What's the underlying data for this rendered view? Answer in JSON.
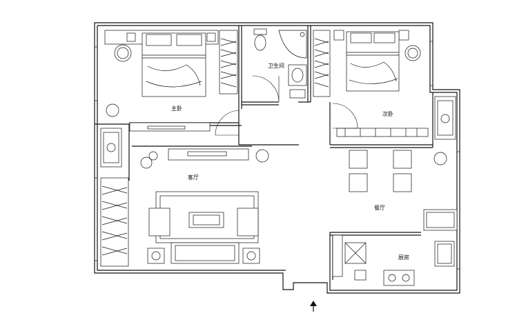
{
  "plan": {
    "rooms": {
      "master_bedroom": "主卧",
      "bathroom": "卫生间",
      "second_bedroom": "次卧",
      "living_room": "客厅",
      "dining_room": "餐厅",
      "kitchen": "厨房"
    },
    "north_arrow_icon": "north-arrow-icon",
    "line_color": "#111111",
    "background_color": "#ffffff"
  }
}
